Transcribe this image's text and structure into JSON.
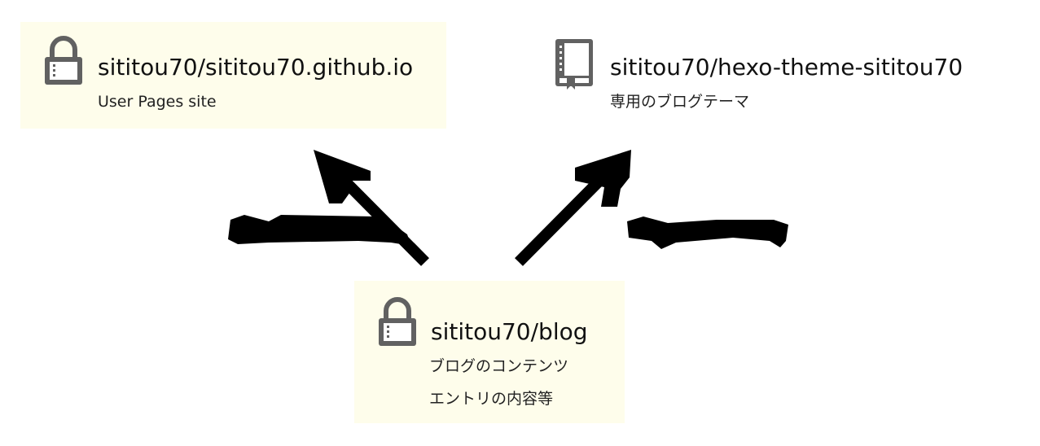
{
  "repos": {
    "pages": {
      "name": "sititou70/sititou70.github.io",
      "description": "User Pages site",
      "icon": "lock-icon"
    },
    "theme": {
      "name": "sititou70/hexo-theme-sititou70",
      "description": "専用のブログテーマ",
      "icon": "book-icon"
    },
    "blog": {
      "name": "sititou70/blog",
      "description_line1": "ブログのコンテンツ",
      "description_line2": "エントリの内容等",
      "icon": "lock-icon"
    }
  },
  "colors": {
    "box_background": "#fefdeb",
    "icon": "#616161",
    "arrow": "#000000"
  }
}
